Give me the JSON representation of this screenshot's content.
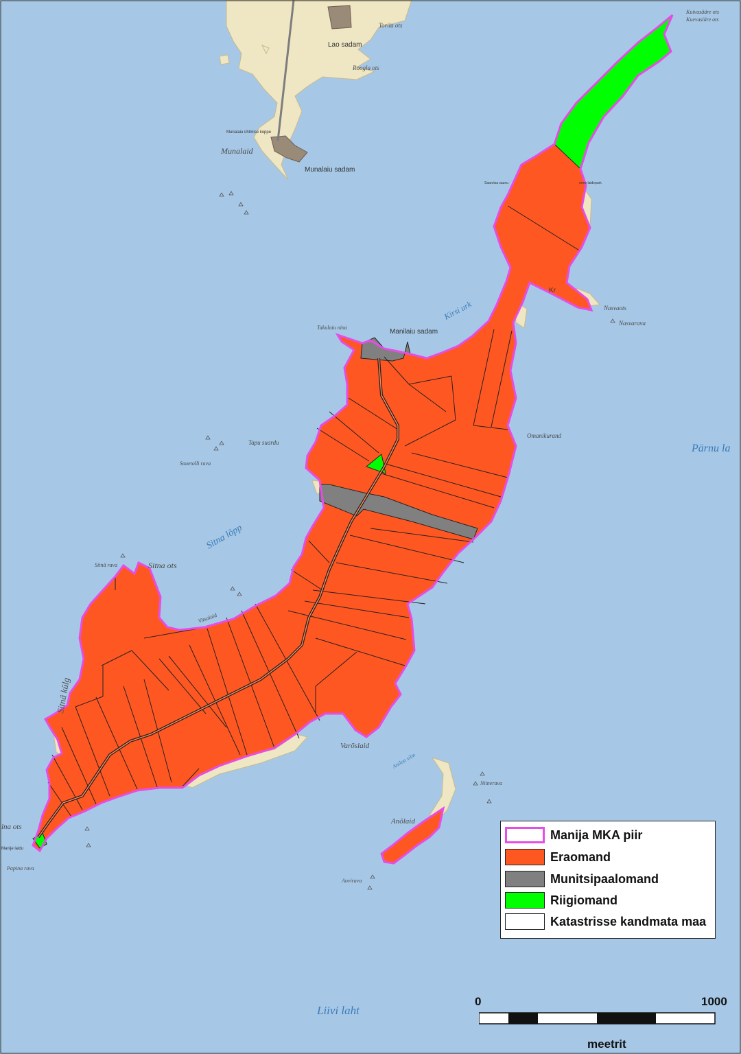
{
  "legend": {
    "items": [
      {
        "label": "Manija MKA piir",
        "fill": "#ffffff",
        "border": "#e64de6"
      },
      {
        "label": "Eraomand",
        "fill": "#ff5722",
        "border": "#222222"
      },
      {
        "label": "Munitsipaalomand",
        "fill": "#808080",
        "border": "#222222"
      },
      {
        "label": "Riigiomand",
        "fill": "#00ff00",
        "border": "#222222"
      },
      {
        "label": "Katastrisse kandmata maa",
        "fill": "#ffffff",
        "border": "#222222"
      }
    ]
  },
  "scale": {
    "start": "0",
    "end": "1000",
    "unit": "meetrit"
  },
  "colors": {
    "sea": "#a6c8e6",
    "land": "#efe6c4",
    "private": "#ff5722",
    "municipal": "#808080",
    "state": "#00ff00",
    "boundary": "#e64de6",
    "water_label": "#3a7ab8"
  },
  "labels": {
    "kuivasaare_1": "Kuivasääre ots",
    "kuivasaare_2": "Kuevasiäre ots",
    "torila_ots": "Torila ots",
    "lao_sadam": "Lao sadam",
    "roogla_ots": "Roogla ots",
    "munalaid": "Munalaid",
    "munalaiu_sadam": "Munalaiu sadam",
    "munalaiu_small": "Munalaiu ühtmise koppe",
    "kirsi_urk": "Kirsi urk",
    "naswaots": "Nasvaots",
    "nasvarava": "Nasvarava",
    "manilaiu_sadam": "Manilaiu sadam",
    "takulaiu_nina": "Takulaiu nina",
    "omanikurand": "Omanikurand",
    "parnu_laht": "Pärnu la",
    "tapu_suarda": "Tapu suardu",
    "sauetolli": "Sauetolli rava",
    "sitna_lopp": "Sitna lõpp",
    "sitna_rava": "Sitnä rava",
    "sitna_ots": "Sitna ots",
    "vitsalaid": "Vitsalaid",
    "sitna_kula": "Sitnä külg",
    "varoslaid": "Varõslaid",
    "anilon_silm": "Anilon silm",
    "niinerava": "Niinerava",
    "anolaid": "Anõlaid",
    "aovirava": "Aovirava",
    "ina_ots": "ina ots",
    "manije_laidu": "Manije laidu",
    "papina_rava": "Papina rava",
    "liivi_laht": "Liivi laht",
    "kr": "Kr",
    "saarotsa": "Saarotsa saunu",
    "mma_laid": "mme laidepark"
  }
}
